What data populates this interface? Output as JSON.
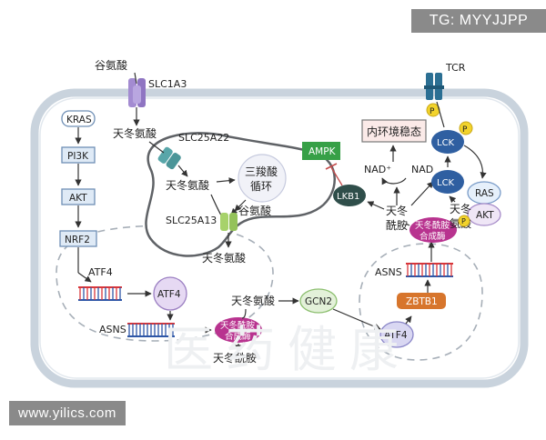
{
  "badges": {
    "tg": "TG: MYYJJPP",
    "url": "www.yilics.com"
  },
  "watermark": "医药健康",
  "labels": {
    "glutamate_top": "谷氨酸",
    "slc1a3": "SLC1A3",
    "asp_under_slc1a3": "天冬氨酸",
    "slc25a22": "SLC25A22",
    "asp_mito": "天冬氨酸",
    "tca_line1": "三羧酸",
    "tca_line2": "循环",
    "slc25a13": "SLC25A13",
    "glutamate_mito": "谷氨酸",
    "asp_below_mito": "天冬氨酸",
    "kras": "KRAS",
    "pi3k": "PI3K",
    "akt_left": "AKT",
    "nrf2": "NRF2",
    "atf4_left": "ATF4",
    "atf4_circle": "ATF4",
    "asns_left": "ASNS",
    "asns_enzyme_bottom_1": "天冬酰胺",
    "asns_enzyme_bottom_2": "合成酶",
    "asparagine_bottom": "天冬酰胺",
    "asp_center": "天冬氨酸",
    "gcn2": "GCN2",
    "atf4_right": "ATF4",
    "zbtb1": "ZBTB1",
    "asns_right": "ASNS",
    "asns_enzyme_right_1": "天冬酰胺",
    "asns_enzyme_right_2": "合成酶",
    "asparagine_right_1": "天冬",
    "asparagine_right_2": "酰胺",
    "ampk": "AMPK",
    "lkb1": "LKB1",
    "homeostasis": "内环境稳态",
    "nad_plus": "NAD⁺",
    "nad": "NAD",
    "tcr": "TCR",
    "p1": "P",
    "p2": "P",
    "p3": "P",
    "lck_top": "LCK",
    "lck_mid": "LCK",
    "ras": "RAS",
    "akt_right": "AKT",
    "asp_right_1": "天冬",
    "asp_right_2": "氨酸"
  },
  "colors": {
    "cell_border": "#c9d3dd",
    "cell_fill": "#ffffff",
    "mito_border": "#5f6266",
    "lightblue_box": "#dfeaf6",
    "box_border": "#6f8fb5",
    "purple_circle": "#e6d9f3",
    "purple_border": "#9b7fc2",
    "magenta": "#b8338f",
    "green_box": "#37a047",
    "dark_teal": "#2f4e4a",
    "lavender_circle": "#d9d7f2",
    "green_circle": "#e3f1d9",
    "yellow_p": "#f2d32b",
    "tcr_blue": "#2b6f93",
    "tca_circle": "#f1f2f8",
    "dna_red": "#d8363a",
    "dna_blue": "#2f57a7",
    "orange_box": "#d7752c",
    "teal_transporter": "#58a6a9",
    "green_transporter": "#a7d26b",
    "purple_transporter": "#a38bd1"
  }
}
